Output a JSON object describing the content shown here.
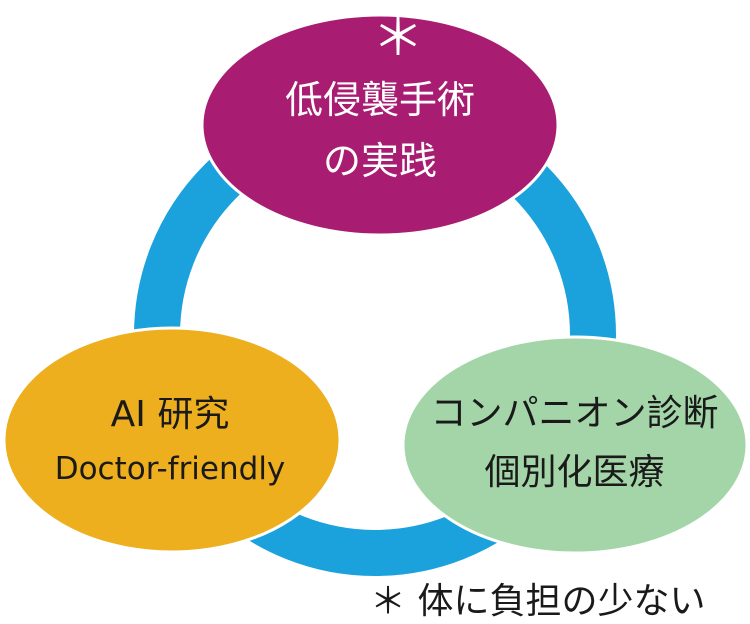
{
  "colors": {
    "ring": "#1ba1dc",
    "top_node": "#a81d71",
    "left_node": "#eeaf1f",
    "right_node": "#a3d5a8",
    "node_stroke": "#ffffff"
  },
  "nodes": {
    "top": {
      "asterisk": "＊",
      "line1": "低侵襲手術",
      "line2": "の実践"
    },
    "left": {
      "line1": "AI 研究",
      "line2": "Doctor-friendly"
    },
    "right": {
      "line1": "コンパニオン診断",
      "line2": "個別化医療"
    }
  },
  "footnote": "＊ 体に負担の少ない"
}
